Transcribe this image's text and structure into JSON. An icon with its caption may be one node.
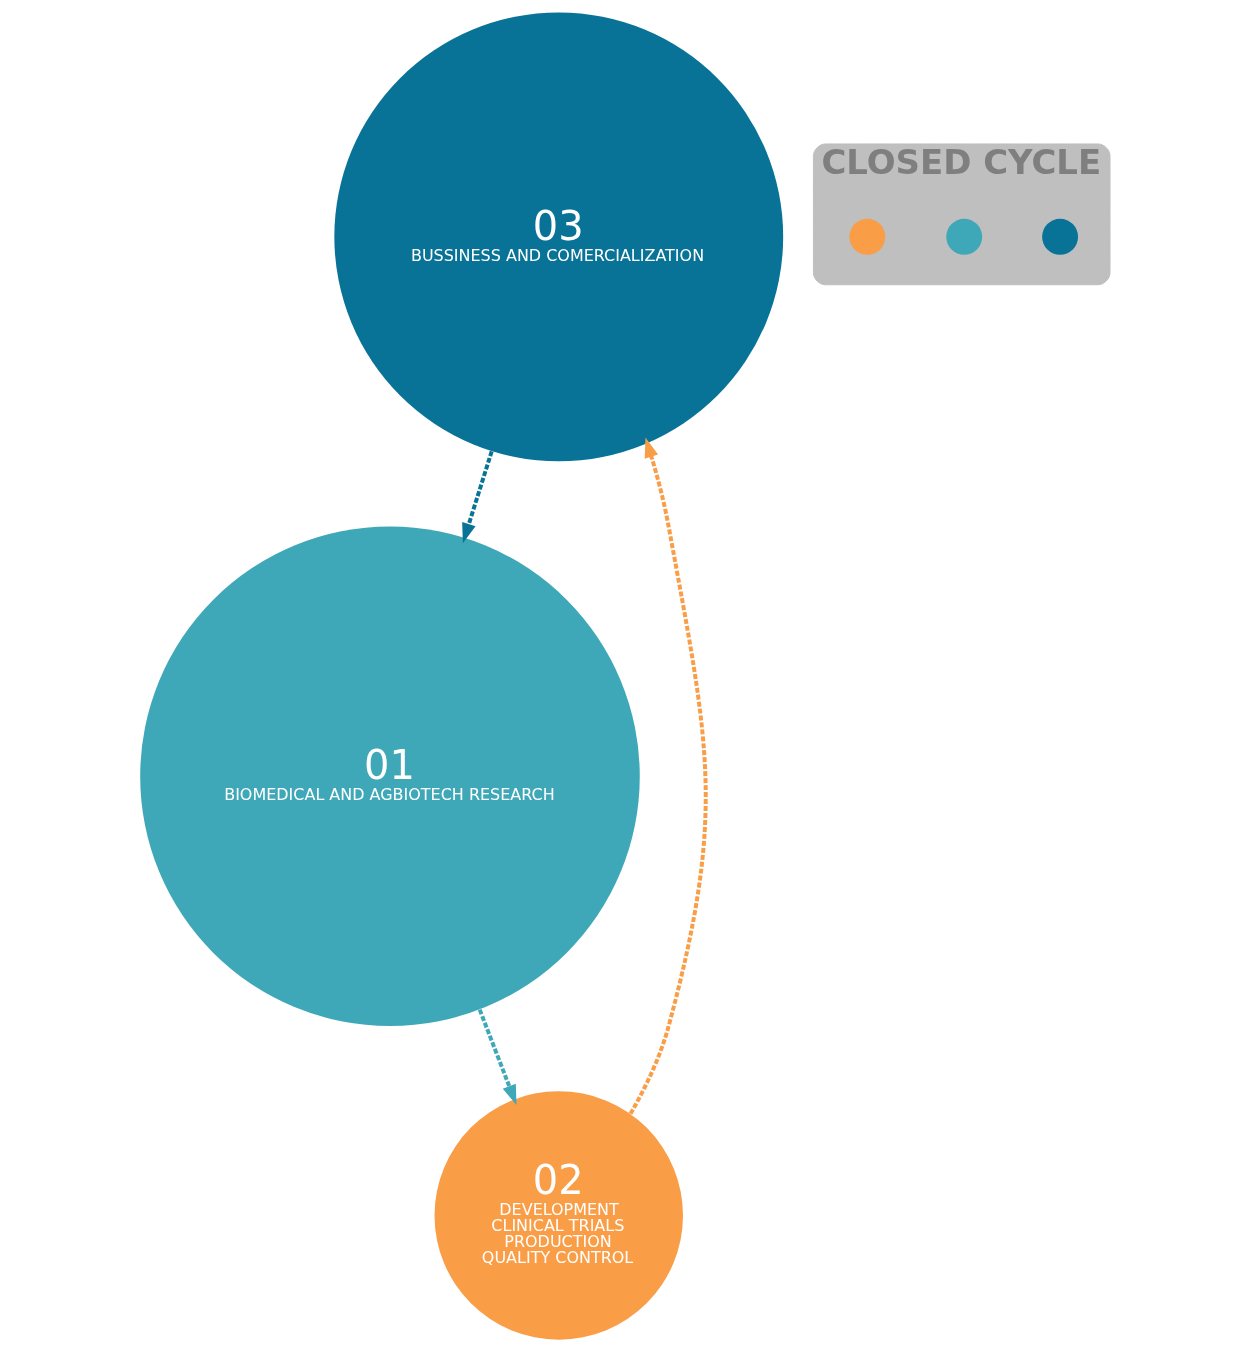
{
  "diagram": {
    "nodes": [
      {
        "text": [
          "03",
          "BUSSINESS AND COMERCIALIZATION"
        ]
      },
      {
        "text": [
          "CLOSED CYCLE"
        ]
      },
      {
        "text": [],
        "shape": "circle",
        "in": 1
      },
      {
        "text": [],
        "shape": "circle",
        "in": 1
      },
      {
        "text": [],
        "shape": "circle",
        "in": 1
      },
      {
        "text": [
          "01",
          "BIOMEDICAL AND AGBIOTECH RESEARCH"
        ]
      },
      {
        "text": [
          "02",
          "DEVELOPMENT",
          "CLINICAL TRIALS",
          "PRODUCTION",
          "QUALITY CONTROL"
        ]
      }
    ],
    "edges": [
      {
        "from": 0,
        "to": 5,
        "arrow": "to",
        "style": "dashed",
        "color": "#087396"
      },
      {
        "from": 5,
        "to": 6,
        "arrow": "to",
        "style": "dashed",
        "color": "#3fa8b8"
      },
      {
        "from": 6,
        "to": 0,
        "arrow": "to",
        "style": "dashed",
        "color": "#f99d47"
      }
    ]
  }
}
